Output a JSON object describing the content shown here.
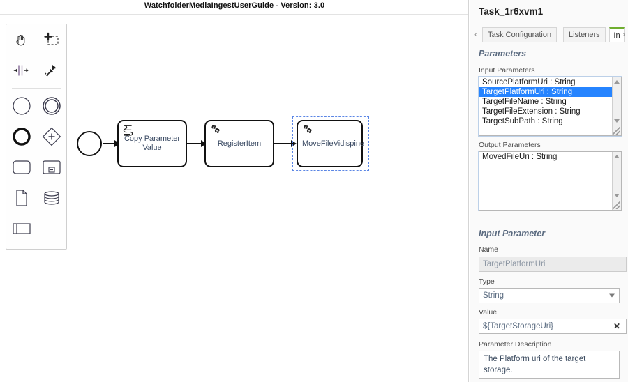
{
  "canvas": {
    "title": "WatchfolderMediaIngestUserGuide - Version: 3.0",
    "palette": {
      "tools": [
        {
          "name": "hand-tool-icon",
          "label": "Activate the hand tool"
        },
        {
          "name": "lasso-tool-icon",
          "label": "Activate the lasso tool"
        },
        {
          "name": "space-tool-icon",
          "label": "Activate the create/remove space tool"
        },
        {
          "name": "global-connect-tool-icon",
          "label": "Activate the global connect tool"
        }
      ],
      "elements": [
        {
          "name": "start-event-icon",
          "label": "Create StartEvent"
        },
        {
          "name": "intermediate-event-icon",
          "label": "Create Intermediate/Boundary Event"
        },
        {
          "name": "end-event-icon",
          "label": "Create EndEvent"
        },
        {
          "name": "gateway-icon",
          "label": "Create Gateway"
        },
        {
          "name": "task-icon",
          "label": "Create Task"
        },
        {
          "name": "subprocess-icon",
          "label": "Create expanded SubProcess"
        },
        {
          "name": "data-object-icon",
          "label": "Create DataObjectReference"
        },
        {
          "name": "data-store-icon",
          "label": "Create DataStoreReference"
        },
        {
          "name": "participant-icon",
          "label": "Create Pool/Participant"
        }
      ]
    },
    "nodes": [
      {
        "id": "start",
        "type": "start-event",
        "label": ""
      },
      {
        "id": "copy",
        "type": "script-task",
        "label": "Copy Parameter Value"
      },
      {
        "id": "register",
        "type": "service-task",
        "label": "RegisterItem"
      },
      {
        "id": "move",
        "type": "service-task",
        "label": "MoveFileVidispine",
        "selected": true
      }
    ],
    "context_pad": [
      {
        "name": "append-end-event-icon"
      },
      {
        "name": "append-gateway-icon"
      },
      {
        "name": "append-task-icon"
      },
      {
        "name": "append-intermediate-event-icon"
      },
      {
        "name": "append-text-annotation-icon"
      },
      {
        "name": "connect-icon"
      },
      {
        "name": "wrench-icon"
      },
      {
        "name": "delete-icon"
      }
    ]
  },
  "properties": {
    "title": "Task_1r6xvm1",
    "tabs": {
      "scroll_left": "‹",
      "scroll_right": "›",
      "items": [
        {
          "label": "Task Configuration",
          "active": false
        },
        {
          "label": "Listeners",
          "active": false
        },
        {
          "label": "In",
          "active": true
        }
      ]
    },
    "parameters_group": {
      "heading": "Parameters",
      "input_label": "Input Parameters",
      "input_items": [
        {
          "text": "SourcePlatformUri : String",
          "selected": false
        },
        {
          "text": "TargetPlatformUri : String",
          "selected": true
        },
        {
          "text": "TargetFileName : String",
          "selected": false
        },
        {
          "text": "TargetFileExtension : String",
          "selected": false
        },
        {
          "text": "TargetSubPath : String",
          "selected": false
        }
      ],
      "output_label": "Output Parameters",
      "output_items": [
        {
          "text": "MovedFileUri : String",
          "selected": false
        }
      ]
    },
    "input_parameter_group": {
      "heading": "Input Parameter",
      "name_label": "Name",
      "name_value": "TargetPlatformUri",
      "type_label": "Type",
      "type_value": "String",
      "value_label": "Value",
      "value_value": "${TargetStorageUri}",
      "value_clear": "✕",
      "description_label": "Parameter Description",
      "description_value": "The Platform uri of the target storage."
    }
  },
  "colors": {
    "accent_green": "#6fae2f",
    "selection_blue": "#2684ff",
    "shape_stroke": "#111111",
    "label_text": "#3a4a63"
  }
}
